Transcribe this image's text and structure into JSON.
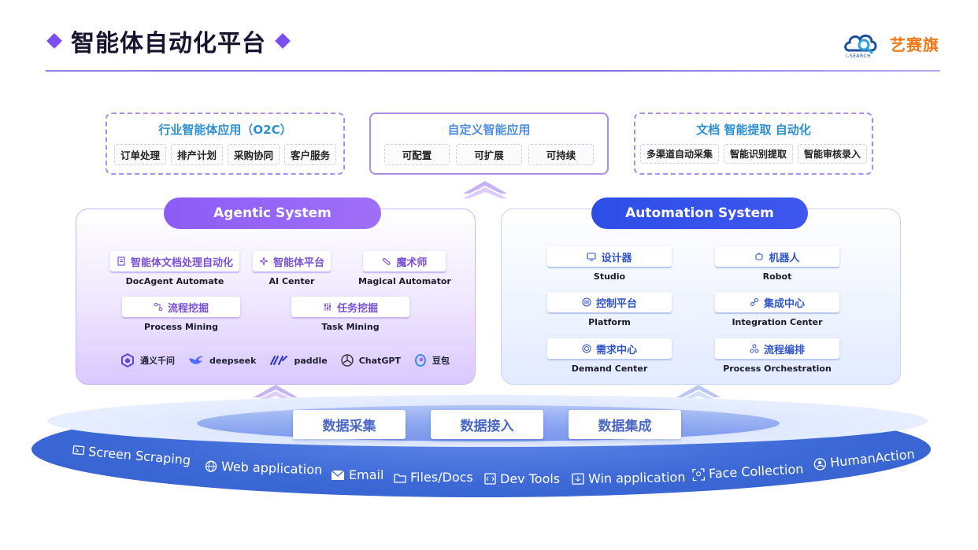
{
  "header": {
    "title": "智能体自动化平台",
    "logo_text": "艺赛旗",
    "logo_sub": "i-SEARCH"
  },
  "apps": [
    {
      "title": "行业智能体应用（O2C）",
      "chips": [
        "订单处理",
        "排产计划",
        "采购协同",
        "客户服务"
      ]
    },
    {
      "title": "自定义智能应用",
      "chips": [
        "可配置",
        "可扩展",
        "可持续"
      ]
    },
    {
      "title": "文档 智能提取 自动化",
      "chips": [
        "多渠道自动采集",
        "智能识别提取",
        "智能审核录入"
      ]
    }
  ],
  "agentic": {
    "title": "Agentic System",
    "modules": [
      {
        "label": "智能体文档处理自动化",
        "sub": "DocAgent Automate",
        "icon": "document-icon"
      },
      {
        "label": "智能体平台",
        "sub": "AI Center",
        "icon": "sparkle-icon"
      },
      {
        "label": "魔术师",
        "sub": "Magical Automator",
        "icon": "wand-icon"
      },
      {
        "label": "流程挖掘",
        "sub": "Process Mining",
        "icon": "flow-icon"
      },
      {
        "label": "任务挖掘",
        "sub": "Task Mining",
        "icon": "sliders-icon"
      }
    ],
    "llms": [
      {
        "name": "通义千问",
        "icon": "tongyi-icon",
        "color": "#5b49e0"
      },
      {
        "name": "deepseek",
        "icon": "deepseek-icon",
        "color": "#4d6bfe"
      },
      {
        "name": "paddle",
        "icon": "paddle-icon",
        "color": "#2932e1"
      },
      {
        "name": "ChatGPT",
        "icon": "chatgpt-icon",
        "color": "#333333"
      },
      {
        "name": "豆包",
        "icon": "doubao-icon",
        "color": "#3c8cf0"
      }
    ]
  },
  "automation": {
    "title": "Automation System",
    "modules": [
      {
        "label": "设计器",
        "sub": "Studio",
        "icon": "monitor-icon"
      },
      {
        "label": "机器人",
        "sub": "Robot",
        "icon": "robot-icon"
      },
      {
        "label": "控制平台",
        "sub": "Platform",
        "icon": "server-icon"
      },
      {
        "label": "集成中心",
        "sub": "Integration Center",
        "icon": "link-icon"
      },
      {
        "label": "需求中心",
        "sub": "Demand Center",
        "icon": "target-icon"
      },
      {
        "label": "流程编排",
        "sub": "Process Orchestration",
        "icon": "orchestration-icon"
      }
    ]
  },
  "data_layer": [
    "数据采集",
    "数据接入",
    "数据集成"
  ],
  "sources": [
    {
      "label": "Screen Scraping",
      "icon": "screen-capture-icon"
    },
    {
      "label": "Web application",
      "icon": "globe-icon"
    },
    {
      "label": "Email",
      "icon": "mail-icon"
    },
    {
      "label": "Files/Docs",
      "icon": "folder-icon"
    },
    {
      "label": "Dev Tools",
      "icon": "code-icon"
    },
    {
      "label": "Win application",
      "icon": "window-icon"
    },
    {
      "label": "Face Collection",
      "icon": "face-scan-icon"
    },
    {
      "label": "HumanAction",
      "icon": "person-icon"
    }
  ],
  "colors": {
    "accent_purple": "#8d5cf6",
    "accent_blue": "#2d4de8",
    "logo_orange": "#f07a1a",
    "base_blue": "#3c68d6"
  }
}
